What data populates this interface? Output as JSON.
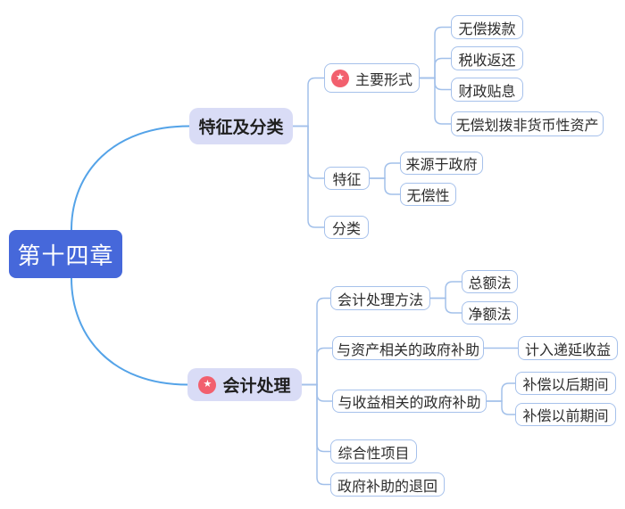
{
  "colors": {
    "root_bg": "#4668DA",
    "root_text": "#FFFFFF",
    "branch_bg": "#D9DCF6",
    "node_border": "#A6C1EB",
    "node_text": "#2D2D2D",
    "main_link": "#54A3E8",
    "sub_link": "#A2C0EA",
    "star_bg": "#F2606E",
    "star_glyph": "#FFFFFF"
  },
  "mindmap": {
    "nodes": [
      {
        "id": "root",
        "label": "第十四章",
        "parent": null,
        "type": "root",
        "star": false
      },
      {
        "id": "branch-features",
        "label": "特征及分类",
        "parent": "root",
        "type": "branch",
        "star": false
      },
      {
        "id": "main-forms",
        "label": "主要形式",
        "parent": "branch-features",
        "type": "topic",
        "star": true
      },
      {
        "id": "grant-free",
        "label": "无偿拨款",
        "parent": "main-forms",
        "type": "topic",
        "star": false
      },
      {
        "id": "tax-refund",
        "label": "税收返还",
        "parent": "main-forms",
        "type": "topic",
        "star": false
      },
      {
        "id": "fiscal-discount",
        "label": "财政贴息",
        "parent": "main-forms",
        "type": "topic",
        "star": false
      },
      {
        "id": "nonmonetary-assets",
        "label": "无偿划拨非货币性资产",
        "parent": "main-forms",
        "type": "topic",
        "star": false
      },
      {
        "id": "features",
        "label": "特征",
        "parent": "branch-features",
        "type": "topic",
        "star": false
      },
      {
        "id": "from-government",
        "label": "来源于政府",
        "parent": "features",
        "type": "topic",
        "star": false
      },
      {
        "id": "gratuitous",
        "label": "无偿性",
        "parent": "features",
        "type": "topic",
        "star": false
      },
      {
        "id": "classification",
        "label": "分类",
        "parent": "branch-features",
        "type": "topic",
        "star": false
      },
      {
        "id": "branch-accounting",
        "label": "会计处理",
        "parent": "root",
        "type": "branch",
        "star": true
      },
      {
        "id": "accounting-methods",
        "label": "会计处理方法",
        "parent": "branch-accounting",
        "type": "topic",
        "star": false
      },
      {
        "id": "gross-method",
        "label": "总额法",
        "parent": "accounting-methods",
        "type": "topic",
        "star": false
      },
      {
        "id": "net-method",
        "label": "净额法",
        "parent": "accounting-methods",
        "type": "topic",
        "star": false
      },
      {
        "id": "asset-grants",
        "label": "与资产相关的政府补助",
        "parent": "branch-accounting",
        "type": "topic",
        "star": false
      },
      {
        "id": "deferred-income",
        "label": "计入递延收益",
        "parent": "asset-grants",
        "type": "topic",
        "star": false
      },
      {
        "id": "income-grants",
        "label": "与收益相关的政府补助",
        "parent": "branch-accounting",
        "type": "topic",
        "star": false
      },
      {
        "id": "future-periods",
        "label": "补偿以后期间",
        "parent": "income-grants",
        "type": "topic",
        "star": false
      },
      {
        "id": "prior-periods",
        "label": "补偿以前期间",
        "parent": "income-grants",
        "type": "topic",
        "star": false
      },
      {
        "id": "comprehensive",
        "label": "综合性项目",
        "parent": "branch-accounting",
        "type": "topic",
        "star": false
      },
      {
        "id": "grant-return",
        "label": "政府补助的退回",
        "parent": "branch-accounting",
        "type": "topic",
        "star": false
      }
    ],
    "icons": {
      "star": "★"
    }
  }
}
